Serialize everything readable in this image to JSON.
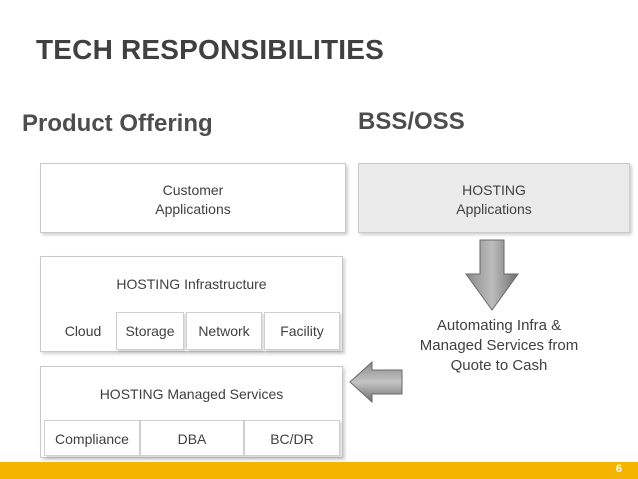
{
  "title": "TECH RESPONSIBILITIES",
  "headings": {
    "left": "Product Offering",
    "right": "BSS/OSS"
  },
  "customer_box": {
    "line1": "Customer",
    "line2": "Applications"
  },
  "hosting_apps_box": {
    "line1": "HOSTING",
    "line2": "Applications"
  },
  "infrastructure": {
    "title": "HOSTING Infrastructure",
    "cells": [
      "Cloud",
      "Storage",
      "Network",
      "Facility"
    ]
  },
  "managed_services": {
    "title": "HOSTING Managed Services",
    "cells": [
      "Compliance",
      "DBA",
      "BC/DR"
    ]
  },
  "automation_label": {
    "line1": "Automating Infra &",
    "line2": "Managed Services from",
    "line3": "Quote to Cash"
  },
  "footer": {
    "page_number": "6",
    "bar_color": "#f5b400"
  }
}
